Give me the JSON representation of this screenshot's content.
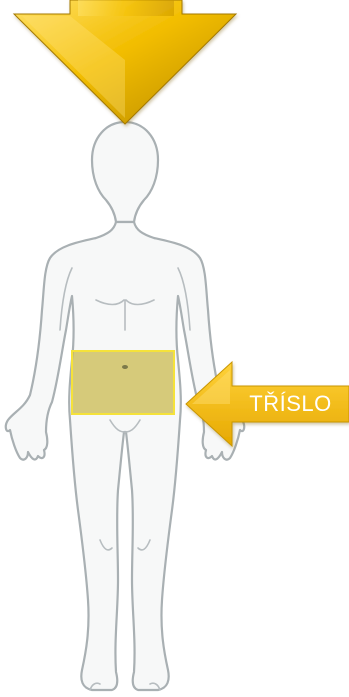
{
  "diagram": {
    "region_label": "TŘÍSLO",
    "highlighted_region": "groin",
    "colors": {
      "arrow_gold": "#f0b800",
      "arrow_gold_light": "#ffd84a",
      "arrow_gold_dark": "#b88a00",
      "body_fill": "#f7f8f8",
      "body_outline": "#a9b0b3",
      "highlight_fill": "#c9b84a",
      "highlight_border": "#f5e23a",
      "label_box": "#f5b800",
      "label_text": "#ffffff"
    },
    "icons": {
      "top_arrow": "arrow-down-icon",
      "side_arrow": "arrow-left-icon",
      "figure": "human-body-outline"
    }
  }
}
